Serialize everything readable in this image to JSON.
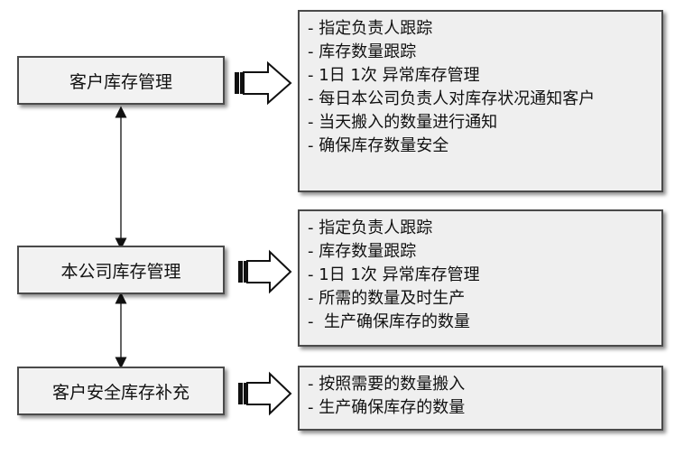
{
  "stages": [
    {
      "label": "客户库存管理",
      "details": [
        "- 指定负责人跟踪",
        "- 库存数量跟踪",
        "- 1日 1次 异常库存管理",
        "- 每日本公司负责人对库存状况通知客户",
        "- 当天搬入的数量进行通知",
        "- 确保库存数量安全"
      ]
    },
    {
      "label": "本公司库存管理",
      "details": [
        "- 指定负责人跟踪",
        "- 库存数量跟踪",
        "- 1日 1次 异常库存管理",
        "- 所需的数量及时生产",
        "-  生产确保库存的数量"
      ]
    },
    {
      "label": "客户安全库存补充",
      "details": [
        "- 按照需要的数量搬入",
        "- 生产确保库存的数量"
      ]
    }
  ]
}
